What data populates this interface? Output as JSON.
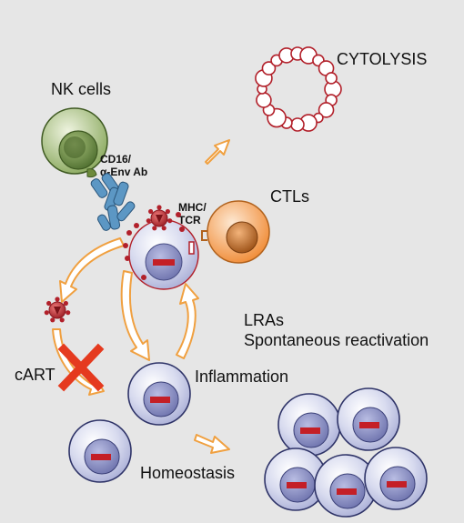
{
  "labels": {
    "cytolysis": "CYTOLYSIS",
    "nk_cells": "NK cells",
    "cd16_line1": "CD16/",
    "cd16_line2": "α-Env Ab",
    "ctls": "CTLs",
    "mhc_line1": "MHC/",
    "mhc_line2": "TCR",
    "lras": "LRAs",
    "spontaneous": "Spontaneous reactivation",
    "cart": "cART",
    "inflammation": "Inflammation",
    "homeostasis": "Homeostasis"
  },
  "colors": {
    "background": "#e6e6e6",
    "arrow": "#f0a040",
    "cross": "#e53a1f",
    "virus": "#b2202a",
    "cell_fill": "#c9cde8",
    "nucleus_fill": "#8e93c9",
    "nucleus_bar": "#c41f26",
    "nk_cell": "#7f9a52",
    "ctl_cell": "#ef9a4f",
    "antibody": "#3d78a8"
  },
  "icons": [
    "nk-cell-icon",
    "antibody-icon",
    "ctl-cell-icon",
    "infected-cell-icon",
    "virus-icon",
    "cross-icon",
    "cytolysis-icon",
    "latent-cell-icon"
  ]
}
